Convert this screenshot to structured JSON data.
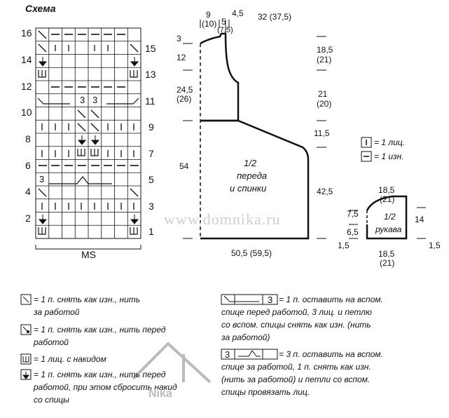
{
  "title": "Схема",
  "chart_label": "MS",
  "left_row_numbers": [
    "16",
    "14",
    "12",
    "10",
    "8",
    "6",
    "4",
    "2"
  ],
  "right_row_numbers": [
    "15",
    "13",
    "11",
    "9",
    "7",
    "5",
    "3",
    "1"
  ],
  "grid_text": {
    "three_a": "3",
    "three_b": "3",
    "three_c": "3"
  },
  "pattern": {
    "dims_top": {
      "a": "9",
      "a2": "(10)",
      "b": "5",
      "b2": "(7,5)",
      "c": "4,5",
      "d": "32 (37,5)"
    },
    "left": {
      "top": "3",
      "neck": "12",
      "arm": "24,5",
      "arm2": "(26)",
      "body": "54"
    },
    "right": {
      "r1": "18,5",
      "r1b": "(21)",
      "r2": "21",
      "r2b": "(20)",
      "r3": "11,5",
      "r4": "42,5"
    },
    "bottom": "50,5 (59,5)",
    "label1": "1/2",
    "label2": "переда",
    "label3": "и спинки"
  },
  "sleeve": {
    "top": "18,5",
    "top2": "(21)",
    "left1": "7,5",
    "left2": "6,5",
    "left3": "1,5",
    "right1": "14",
    "right2": "1,5",
    "bottom": "18,5",
    "bottom2": "(21)",
    "label1": "1/2",
    "label2": "рукава"
  },
  "small_legend": {
    "knit": "= 1 лиц.",
    "purl": "= 1 изн."
  },
  "legend_left": [
    {
      "l1": "= 1 п. снять как изн., нить",
      "l2": "за работой"
    },
    {
      "l1": "= 1 п. снять как изн., нить перед",
      "l2": "работой"
    },
    {
      "l1": "= 1 лиц. с накидом",
      "l2": ""
    },
    {
      "l1": "= 1 п. снять как изн., нить перед",
      "l2": "работой, при этом сбросить накид",
      "l3": "со спицы"
    }
  ],
  "legend_right": [
    {
      "sym": "3",
      "l1": "= 1 п. оставить на вспом.",
      "l2": "спице перед работой, 3 лиц. и петлю",
      "l3": "со вспом. спицы снять как изн. (нить",
      "l4": "за работой)"
    },
    {
      "sym": "3",
      "l1": "= 3 п. оставить на вспом.",
      "l2": "спице за работой, 1 п. снять как изн.",
      "l3": "(нить за работой) и петли со вспом.",
      "l4": "спицы провязать лиц."
    }
  ],
  "watermark": "www.domnika.ru",
  "logo_text": "Nika"
}
